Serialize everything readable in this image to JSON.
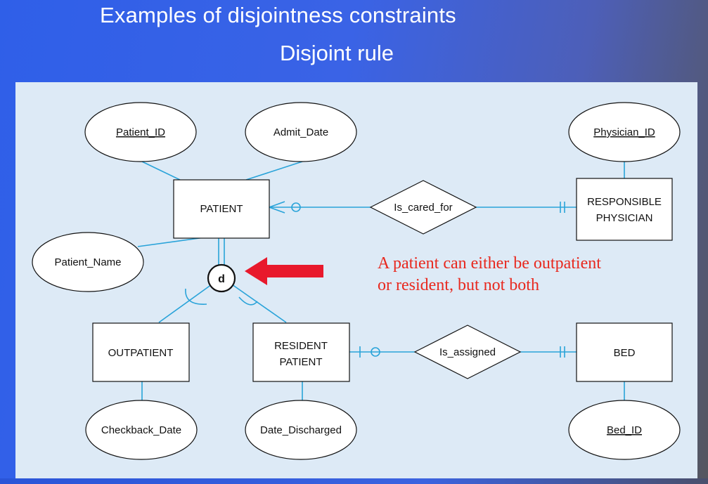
{
  "slide": {
    "title": "Examples of disjointness constraints",
    "subtitle": "Disjoint rule"
  },
  "diagram": {
    "entities": {
      "patient": "PATIENT",
      "physician_line1": "RESPONSIBLE",
      "physician_line2": "PHYSICIAN",
      "outpatient": "OUTPATIENT",
      "resident_line1": "RESIDENT",
      "resident_line2": "PATIENT",
      "bed": "BED"
    },
    "attributes": {
      "patient_id": "Patient_ID",
      "admit_date": "Admit_Date",
      "patient_name": "Patient_Name",
      "physician_id": "Physician_ID",
      "checkback_date": "Checkback_Date",
      "date_discharged": "Date_Discharged",
      "bed_id": "Bed_ID"
    },
    "relationships": {
      "is_cared_for": "Is_cared_for",
      "is_assigned": "Is_assigned"
    },
    "disjoint_symbol": "d",
    "colors": {
      "line": "#29a3d9",
      "arrow": "#e8192c",
      "note": "#e8281e"
    }
  },
  "annotation": {
    "line1": "A patient can either be outpatient",
    "line2": "or resident, but not both"
  }
}
